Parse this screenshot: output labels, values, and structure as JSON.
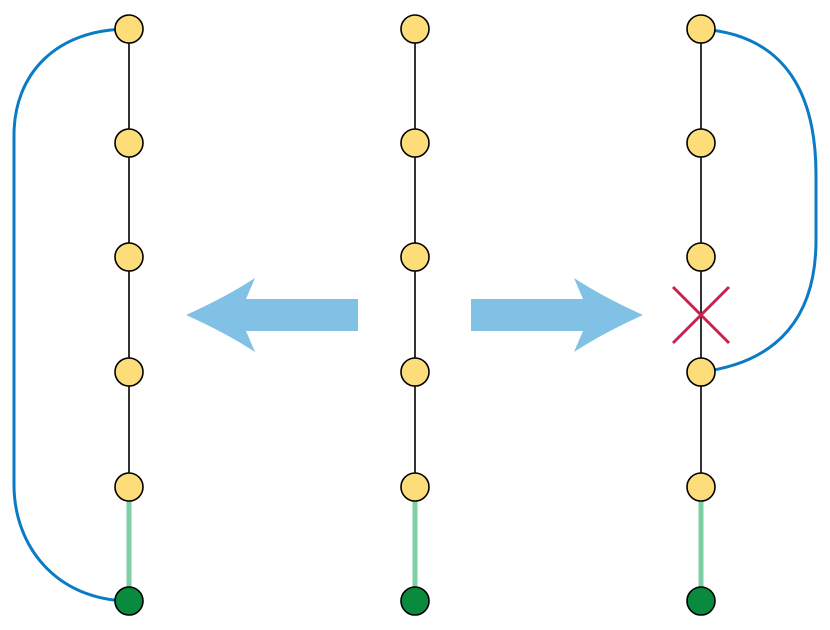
{
  "colors": {
    "node_fill": "#fddc7a",
    "root_fill": "#0a8a3e",
    "stem": "#000000",
    "tail": "#7fcfa6",
    "loop": "#0a7bc4",
    "arrow": "#82c1e6",
    "cross": "#c8234f"
  },
  "panels": [
    {
      "name": "left-chain",
      "nodes": 5,
      "root": true,
      "loop": "left-outer",
      "removed_link": false
    },
    {
      "name": "middle-chain",
      "nodes": 5,
      "root": true,
      "loop": "none",
      "removed_link": false
    },
    {
      "name": "right-chain",
      "nodes": 5,
      "root": true,
      "loop": "right-inner",
      "removed_link": true
    }
  ],
  "arrows": [
    {
      "name": "arrow-left",
      "direction": "left"
    },
    {
      "name": "arrow-right",
      "direction": "right"
    }
  ]
}
